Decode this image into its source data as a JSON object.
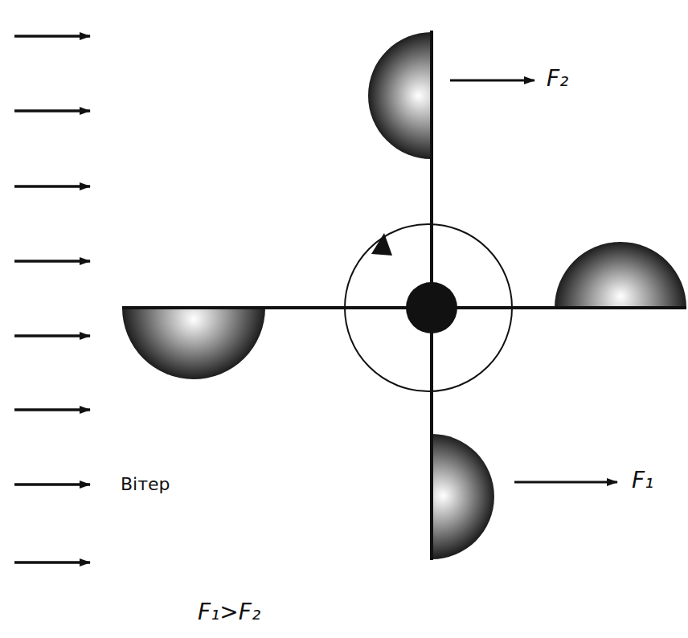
{
  "diagram": {
    "labels": [
      "F₂",
      "Вітер",
      "F₁",
      "F₁>F₂"
    ]
  }
}
